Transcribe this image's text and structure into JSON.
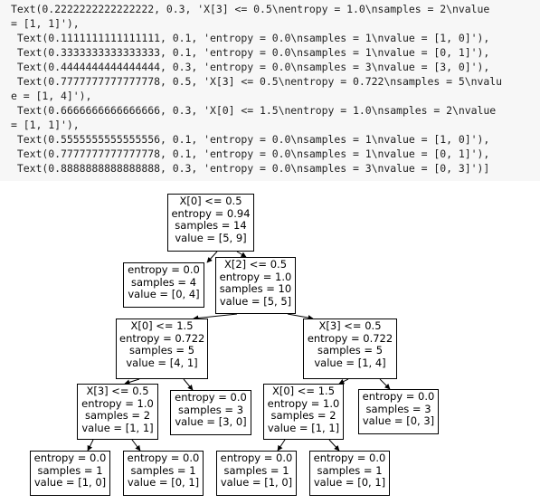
{
  "console": {
    "lines": [
      "Text(0.2222222222222222, 0.3, 'X[3] <= 0.5\\nentropy = 1.0\\nsamples = 2\\nvalue",
      "= [1, 1]'),",
      " Text(0.1111111111111111, 0.1, 'entropy = 0.0\\nsamples = 1\\nvalue = [1, 0]'),",
      " Text(0.3333333333333333, 0.1, 'entropy = 0.0\\nsamples = 1\\nvalue = [0, 1]'),",
      " Text(0.4444444444444444, 0.3, 'entropy = 0.0\\nsamples = 3\\nvalue = [3, 0]'),",
      " Text(0.7777777777777778, 0.5, 'X[3] <= 0.5\\nentropy = 0.722\\nsamples = 5\\nvalu",
      "e = [1, 4]'),",
      " Text(0.6666666666666666, 0.3, 'X[0] <= 1.5\\nentropy = 1.0\\nsamples = 2\\nvalue",
      "= [1, 1]'),",
      " Text(0.5555555555555556, 0.1, 'entropy = 0.0\\nsamples = 1\\nvalue = [1, 0]'),",
      " Text(0.7777777777777778, 0.1, 'entropy = 0.0\\nsamples = 1\\nvalue = [0, 1]'),",
      " Text(0.8888888888888888, 0.3, 'entropy = 0.0\\nsamples = 3\\nvalue = [0, 3]')]"
    ]
  },
  "tree": {
    "nodes": {
      "n0": [
        "X[0] <= 0.5",
        "entropy = 0.94",
        "samples = 14",
        "value = [5, 9]"
      ],
      "n1": [
        "entropy = 0.0",
        "samples = 4",
        "value = [0, 4]"
      ],
      "n2": [
        "X[2] <= 0.5",
        "entropy = 1.0",
        "samples = 10",
        "value = [5, 5]"
      ],
      "n3": [
        "X[0] <= 1.5",
        "entropy = 0.722",
        "samples = 5",
        "value = [4, 1]"
      ],
      "n4": [
        "X[3] <= 0.5",
        "entropy = 0.722",
        "samples = 5",
        "value = [1, 4]"
      ],
      "n5": [
        "X[3] <= 0.5",
        "entropy = 1.0",
        "samples = 2",
        "value = [1, 1]"
      ],
      "n6": [
        "entropy = 0.0",
        "samples = 3",
        "value = [3, 0]"
      ],
      "n7": [
        "X[0] <= 1.5",
        "entropy = 1.0",
        "samples = 2",
        "value = [1, 1]"
      ],
      "n8": [
        "entropy = 0.0",
        "samples = 3",
        "value = [0, 3]"
      ],
      "n9": [
        "entropy = 0.0",
        "samples = 1",
        "value = [1, 0]"
      ],
      "n10": [
        "entropy = 0.0",
        "samples = 1",
        "value = [0, 1]"
      ],
      "n11": [
        "entropy = 0.0",
        "samples = 1",
        "value = [1, 0]"
      ],
      "n12": [
        "entropy = 0.0",
        "samples = 1",
        "value = [0, 1]"
      ]
    }
  }
}
